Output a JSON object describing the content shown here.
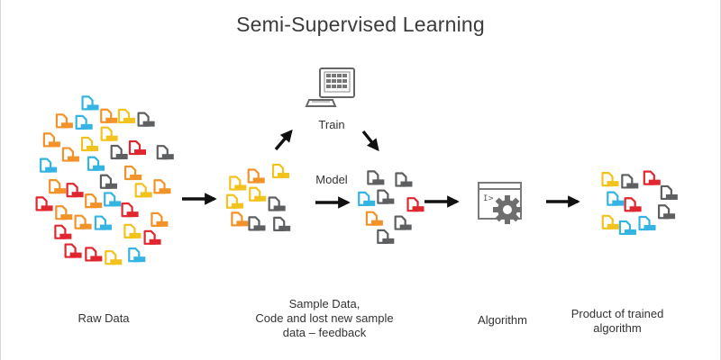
{
  "title": "Semi-Supervised Learning",
  "labels": {
    "raw": "Raw Data",
    "sample": [
      "Sample Data,",
      "Code and lost new sample",
      "data – feedback"
    ],
    "algorithm": "Algorithm",
    "product": [
      "Product of trained",
      "algorithm"
    ],
    "train": "Train",
    "model": "Model"
  },
  "colors": {
    "yellow": "#f2c21d",
    "blue": "#34b4e3",
    "red": "#e0262e",
    "orange": "#f4922a",
    "gray": "#5d5f61",
    "arrow": "#111111",
    "icon": "#7a7a7a"
  },
  "icons": [
    "document-icon",
    "computer-icon",
    "gear-icon",
    "arrow-icon"
  ]
}
